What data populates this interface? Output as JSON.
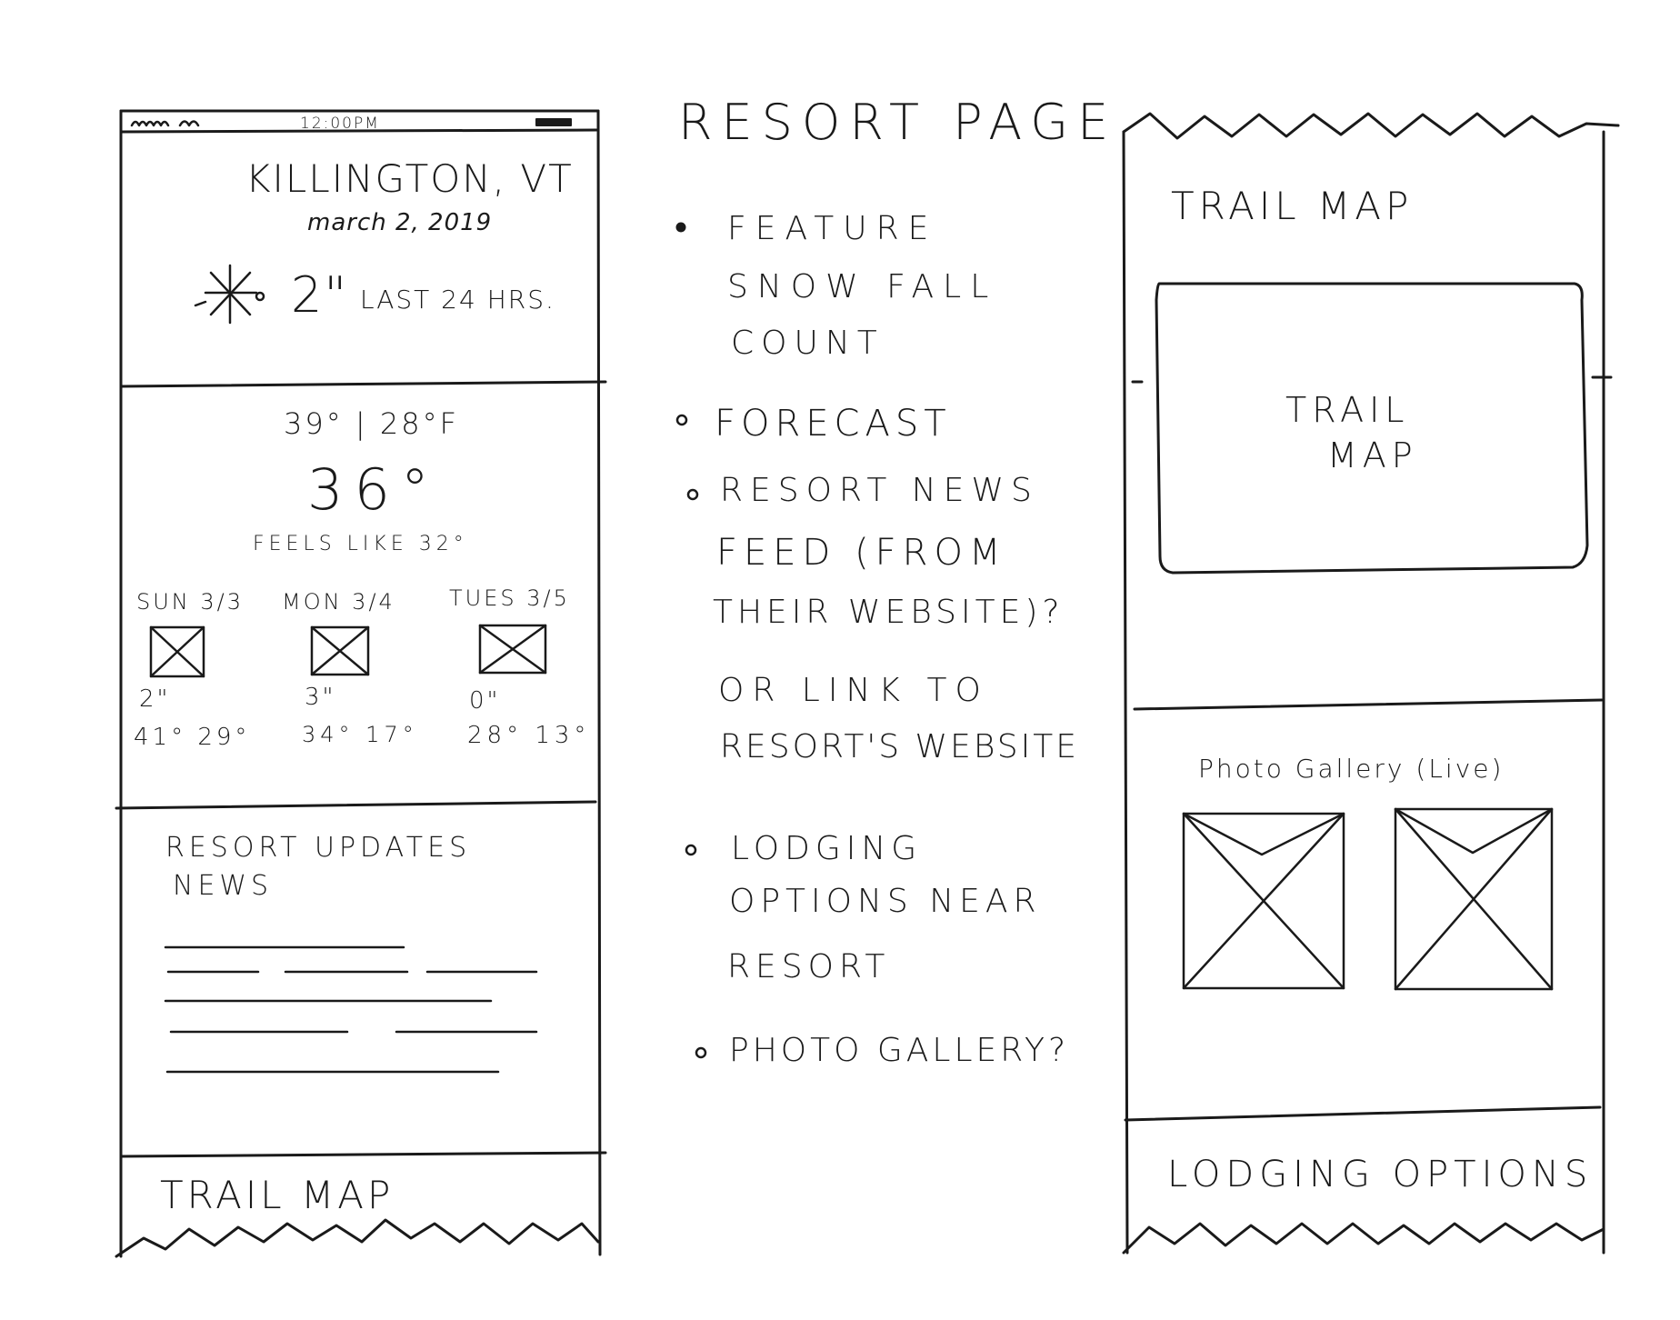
{
  "phone_left": {
    "status_bar": {
      "time": "12:00PM"
    },
    "resort_name": "KILLINGTON, VT",
    "date": "march 2, 2019",
    "snowfall": {
      "amount": "2\"",
      "label": "LAST 24 HRS."
    },
    "temps": {
      "high_low": "39° | 28°F",
      "current": "36°",
      "feels_like": "FEELS LIKE 32°"
    },
    "forecast": [
      {
        "day": "SUN 3/3",
        "snow": "2\"",
        "temps": "41° 29°"
      },
      {
        "day": "MON 3/4",
        "snow": "3\"",
        "temps": "34° 17°"
      },
      {
        "day": "TUES 3/5",
        "snow": "0\"",
        "temps": "28° 13°"
      }
    ],
    "news": {
      "title_line1": "RESORT UPDATES",
      "title_line2": "NEWS"
    },
    "trail_map_heading": "TRAIL MAP"
  },
  "notes": {
    "title": "RESORT PAGE",
    "items": [
      {
        "lines": [
          "FEATURE",
          "SNOW FALL",
          "COUNT"
        ]
      },
      {
        "lines": [
          "FORECAST"
        ]
      },
      {
        "lines": [
          "RESORT NEWS",
          "FEED (FROM",
          "THEIR WEBSITE)?"
        ]
      },
      {
        "lines": [
          "OR LINK TO",
          "RESORT'S WEBSITE"
        ]
      },
      {
        "lines": [
          "LODGING",
          "OPTIONS NEAR",
          "RESORT"
        ]
      },
      {
        "lines": [
          "PHOTO GALLERY?"
        ]
      }
    ]
  },
  "phone_right": {
    "trail_map_heading": "TRAIL MAP",
    "trail_map_box_line1": "TRAIL",
    "trail_map_box_line2": "MAP",
    "photo_gallery_heading": "Photo Gallery (Live)",
    "lodging_heading": "LODGING OPTIONS"
  }
}
